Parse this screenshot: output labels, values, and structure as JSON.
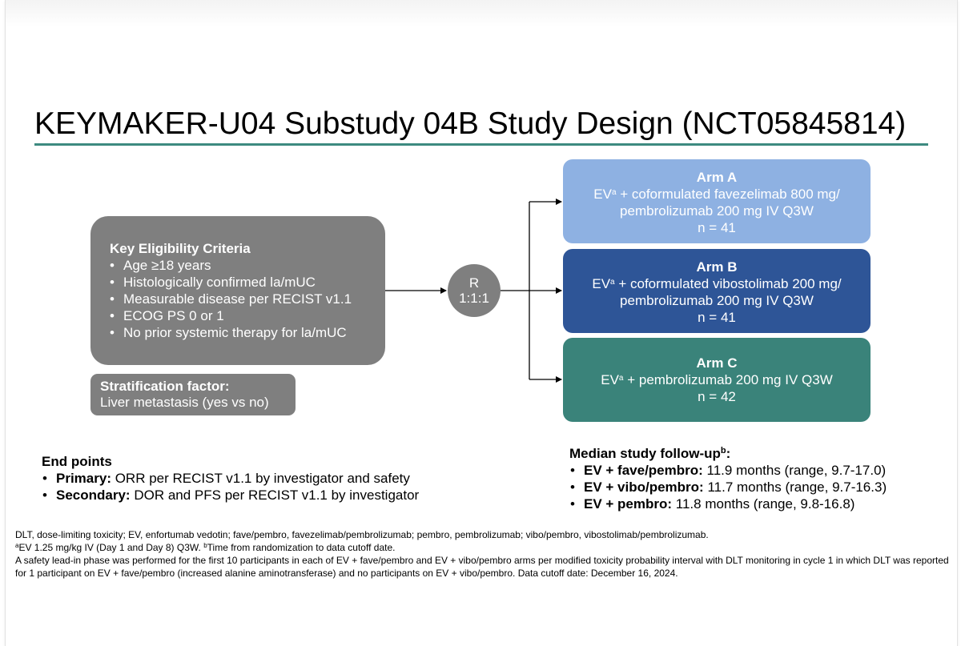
{
  "title": "KEYMAKER-U04 Substudy 04B Study Design (NCT05845814)",
  "eligibility": {
    "heading": "Key Eligibility Criteria",
    "items": [
      "Age ≥18 years",
      "Histologically confirmed la/mUC",
      "Measurable disease per RECIST v1.1",
      "ECOG PS 0 or 1",
      "No prior systemic therapy for la/mUC"
    ]
  },
  "stratification": {
    "heading": "Stratification factor:",
    "text": "Liver metastasis (yes vs no)"
  },
  "randomization": {
    "label": "R",
    "ratio": "1:1:1"
  },
  "arms": [
    {
      "name": "Arm A",
      "drug_prefix": "EV",
      "sup": "a",
      "line1_rest": " + coformulated favezelimab 800 mg/",
      "line2": "pembrolizumab 200 mg IV Q3W",
      "n": "n = 41",
      "color": "#8eb1e2"
    },
    {
      "name": "Arm B",
      "drug_prefix": "EV",
      "sup": "a",
      "line1_rest": " + coformulated vibostolimab 200 mg/",
      "line2": "pembrolizumab 200 mg IV Q3W",
      "n": "n = 41",
      "color": "#2e5597"
    },
    {
      "name": "Arm C",
      "drug_prefix": "EV",
      "sup": "a",
      "line1_rest": " + pembrolizumab 200 mg IV Q3W",
      "n": "n = 42",
      "color": "#3a837a"
    }
  ],
  "endpoints": {
    "heading": "End points",
    "items": [
      {
        "label": "Primary:",
        "text": " ORR per RECIST v1.1 by investigator and safety"
      },
      {
        "label": "Secondary:",
        "text": " DOR and PFS per RECIST v1.1 by investigator"
      }
    ]
  },
  "followup": {
    "heading": "Median study follow-up",
    "heading_sup": "b",
    "heading_suffix": ":",
    "items": [
      {
        "label": "EV + fave/pembro:",
        "text": " 11.9 months (range, 9.7-17.0)"
      },
      {
        "label": "EV + vibo/pembro:",
        "text": " 11.7 months (range, 9.7-16.3)"
      },
      {
        "label": "EV + pembro:",
        "text": " 11.8 months (range, 9.8-16.8)"
      }
    ]
  },
  "footnotes": {
    "abbrev": "DLT, dose-limiting toxicity; EV, enfortumab vedotin; fave/pembro, favezelimab/pembrolizumab; pembro, pembrolizumab; vibo/pembro, vibostolimab/pembrolizumab.",
    "a_mark": "a",
    "a_text": "EV 1.25 mg/kg IV (Day 1 and Day 8) Q3W. ",
    "b_mark": "b",
    "b_text": "Time from randomization to data cutoff date.",
    "safety": "A safety lead-in phase was performed for the first 10 participants in each of EV + fave/pembro and EV + vibo/pembro arms per modified toxicity probability interval with DLT monitoring in cycle 1 in which DLT was reported for 1 participant on EV + fave/pembro (increased alanine aminotransferase) and no participants on EV + vibo/pembro. Data cutoff date: December 16, 2024."
  }
}
